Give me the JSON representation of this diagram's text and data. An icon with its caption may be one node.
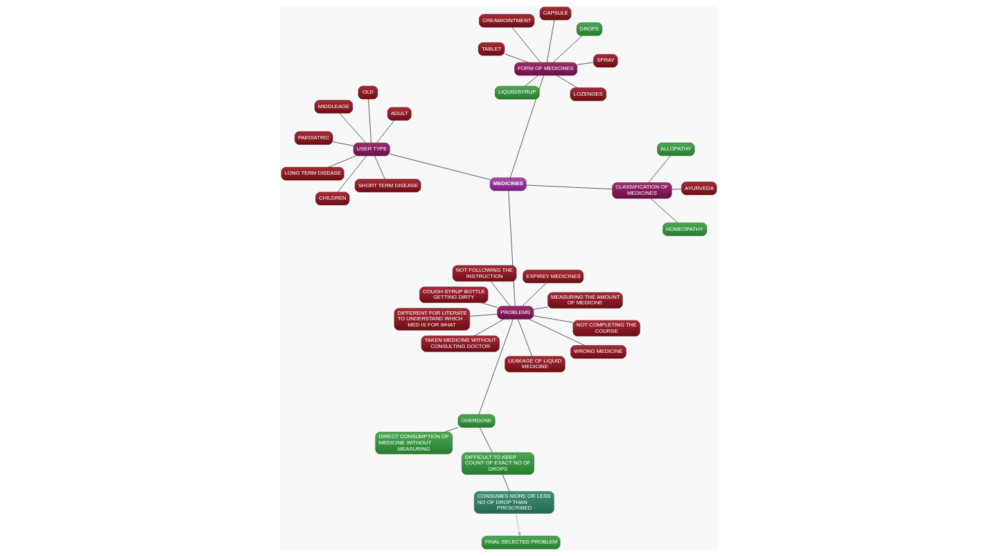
{
  "diagram": {
    "nodes": [
      {
        "text": [
          "MEDICINES"
        ]
      },
      {
        "text": [
          "PROBLEMS"
        ]
      },
      {
        "text": [
          "FINAL SELECTED PROBLEM"
        ]
      },
      {
        "text": [
          "NOT FOLLOWING THE INSTRUCTION"
        ]
      },
      {
        "text": [
          "MEASURING THE AMOUNT OF MEDICINE"
        ]
      },
      {
        "text": [
          "COUGH SYRUP BOTTLE GETTING DIRTY"
        ]
      },
      {
        "text": [
          "DIFFERENT FOR LITERATE TO UNDERSTAND WHICH MED IS FOR WHAT"
        ]
      },
      {
        "text": [
          "CONSUMES MORE OR LESS NO OF DROP THAN PRESCRIBED"
        ]
      },
      {
        "text": [
          "TAKEN MEDICINE WITHOUT CONSULTING DOCTOR"
        ]
      },
      {
        "text": [
          "DIFFICULT TO KEEP COUNT OF EXACT NO OF DROPS"
        ]
      },
      {
        "text": [
          "LEAKAGE OF LIQUID MEDICINE"
        ]
      },
      {
        "text": [
          "OVERDOSE"
        ]
      },
      {
        "text": [
          "NOT COMPLETING THE COURSE"
        ]
      },
      {
        "text": [
          "EXPIREY MEDICINES"
        ]
      },
      {
        "text": [
          "DIRECT CONSUMPTION OF MEDICINE WITHOUT MEASURING"
        ]
      },
      {
        "text": [
          "WRONG MEDICINE"
        ]
      },
      {
        "text": [
          "SHORT TERM DISEASE"
        ]
      },
      {
        "text": [
          "PAEDIATRIC"
        ]
      },
      {
        "text": [
          "LONG TERM DISEASE"
        ]
      },
      {
        "text": [
          "USER TYPE"
        ]
      },
      {
        "text": [
          "CLASSIFICATION OF MEDICINES"
        ]
      },
      {
        "text": [
          "CHILDREN"
        ]
      },
      {
        "text": [
          "OLD"
        ]
      },
      {
        "text": [
          "ADULT"
        ]
      },
      {
        "text": [
          "MIDDLEAGE"
        ]
      },
      {
        "text": [
          "HOMEOPATHY"
        ]
      },
      {
        "text": [
          "AYURVEDA"
        ]
      },
      {
        "text": [
          "ALLOPATHY"
        ]
      },
      {
        "text": [
          "LIQUID/SYRUP"
        ]
      },
      {
        "text": [
          "SPRAY"
        ]
      },
      {
        "text": [
          "FORM OF MEDICINES"
        ]
      },
      {
        "text": [
          "DROPS"
        ]
      },
      {
        "text": [
          "TABLET"
        ]
      },
      {
        "text": [
          "CREAM/OINTMENT"
        ]
      },
      {
        "text": [
          "CAPSULE"
        ]
      },
      {
        "text": [
          "LOZENGES"
        ]
      }
    ],
    "edges": [
      {
        "from": 0,
        "to": 1,
        "arrow": "none"
      },
      {
        "from": 1,
        "to": 3,
        "arrow": "none"
      },
      {
        "from": 1,
        "to": 4,
        "arrow": "none"
      },
      {
        "from": 1,
        "to": 5,
        "arrow": "none"
      },
      {
        "from": 1,
        "to": 6,
        "arrow": "none"
      },
      {
        "from": 1,
        "to": 8,
        "arrow": "none"
      },
      {
        "from": 1,
        "to": 10,
        "arrow": "none"
      },
      {
        "from": 1,
        "to": 11,
        "arrow": "none"
      },
      {
        "from": 1,
        "to": 12,
        "arrow": "none"
      },
      {
        "from": 1,
        "to": 13,
        "arrow": "none"
      },
      {
        "from": 1,
        "to": 15,
        "arrow": "none"
      },
      {
        "from": 11,
        "to": 9,
        "arrow": "none"
      },
      {
        "from": 11,
        "to": 14,
        "arrow": "none"
      },
      {
        "from": 9,
        "to": 7,
        "arrow": "none"
      },
      {
        "from": 7,
        "to": 2,
        "arrow": "to",
        "color": "#a8a8a8"
      },
      {
        "from": 0,
        "to": 19,
        "arrow": "none"
      },
      {
        "from": 19,
        "to": 16,
        "arrow": "none"
      },
      {
        "from": 19,
        "to": 17,
        "arrow": "none"
      },
      {
        "from": 19,
        "to": 18,
        "arrow": "none"
      },
      {
        "from": 19,
        "to": 21,
        "arrow": "none"
      },
      {
        "from": 19,
        "to": 22,
        "arrow": "none"
      },
      {
        "from": 19,
        "to": 23,
        "arrow": "none"
      },
      {
        "from": 19,
        "to": 24,
        "arrow": "none"
      },
      {
        "from": 0,
        "to": 20,
        "arrow": "none"
      },
      {
        "from": 20,
        "to": 25,
        "arrow": "none"
      },
      {
        "from": 20,
        "to": 26,
        "arrow": "none"
      },
      {
        "from": 20,
        "to": 27,
        "arrow": "none"
      },
      {
        "from": 0,
        "to": 30,
        "arrow": "none"
      },
      {
        "from": 30,
        "to": 28,
        "arrow": "none"
      },
      {
        "from": 30,
        "to": 29,
        "arrow": "none"
      },
      {
        "from": 30,
        "to": 31,
        "arrow": "none"
      },
      {
        "from": 30,
        "to": 32,
        "arrow": "none"
      },
      {
        "from": 30,
        "to": 33,
        "arrow": "none"
      },
      {
        "from": 30,
        "to": 34,
        "arrow": "none"
      },
      {
        "from": 30,
        "to": 35,
        "arrow": "none"
      }
    ]
  }
}
